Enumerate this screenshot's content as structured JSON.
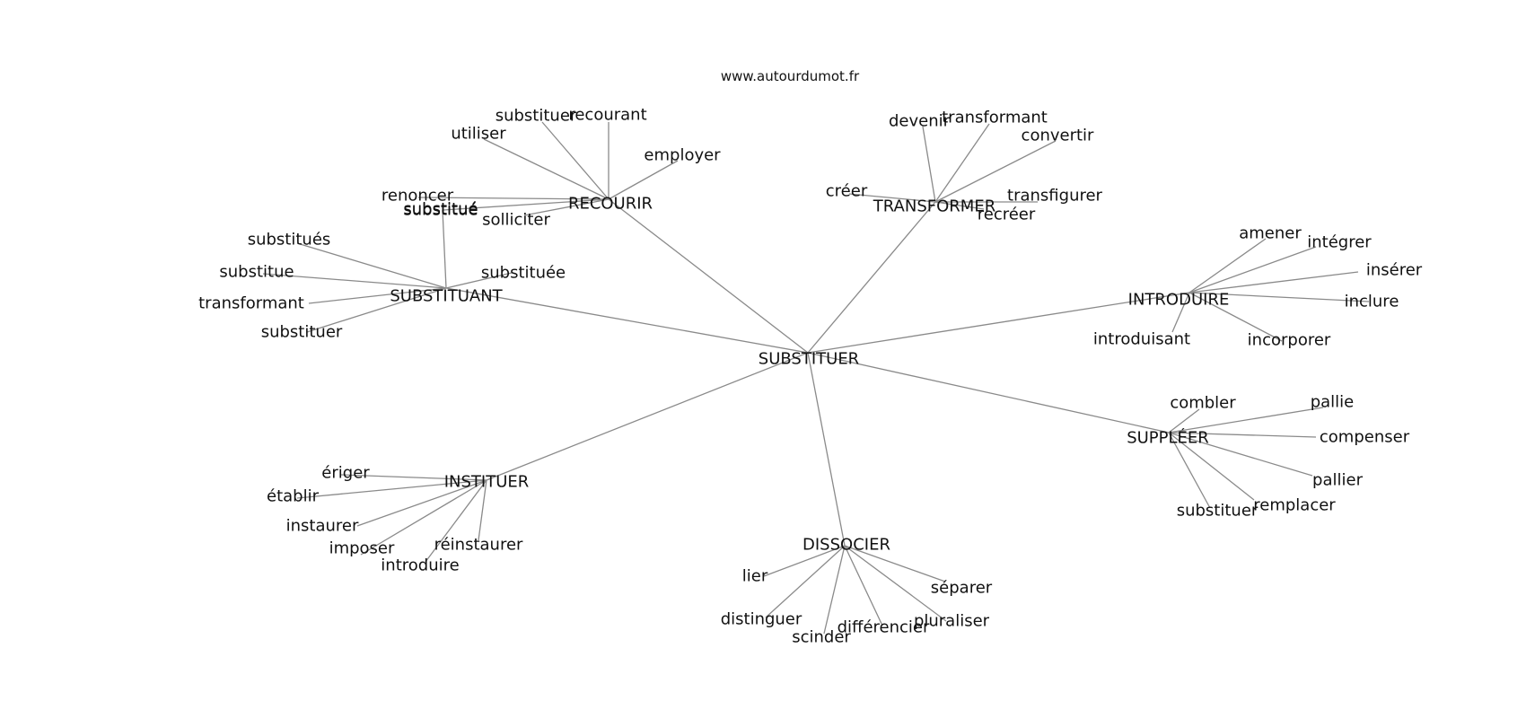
{
  "site": "www.autourdumot.fr",
  "center": "SUBSTITUER",
  "clusters": [
    {
      "hub": "RECOURIR",
      "leaves": [
        "substituer",
        "recourant",
        "utiliser",
        "employer",
        "renoncer",
        "substitué",
        "solliciter"
      ]
    },
    {
      "hub": "TRANSFORMER",
      "leaves": [
        "devenir",
        "transformant",
        "convertir",
        "créer",
        "transfigurer",
        "recréer"
      ]
    },
    {
      "hub": "SUBSTITUANT",
      "leaves": [
        "substitués",
        "substitue",
        "transformant",
        "substituer",
        "substituée",
        "substitué"
      ]
    },
    {
      "hub": "INTRODUIRE",
      "leaves": [
        "amener",
        "intégrer",
        "insérer",
        "inclure",
        "introduisant",
        "incorporer"
      ]
    },
    {
      "hub": "SUPPLÉER",
      "leaves": [
        "combler",
        "pallie",
        "compenser",
        "pallier",
        "substituer",
        "remplacer"
      ]
    },
    {
      "hub": "INSTITUER",
      "leaves": [
        "ériger",
        "établir",
        "instaurer",
        "imposer",
        "réinstaurer",
        "introduire"
      ]
    },
    {
      "hub": "DISSOCIER",
      "leaves": [
        "lier",
        "distinguer",
        "scinder",
        "différencier",
        "pluraliser",
        "séparer"
      ]
    }
  ]
}
